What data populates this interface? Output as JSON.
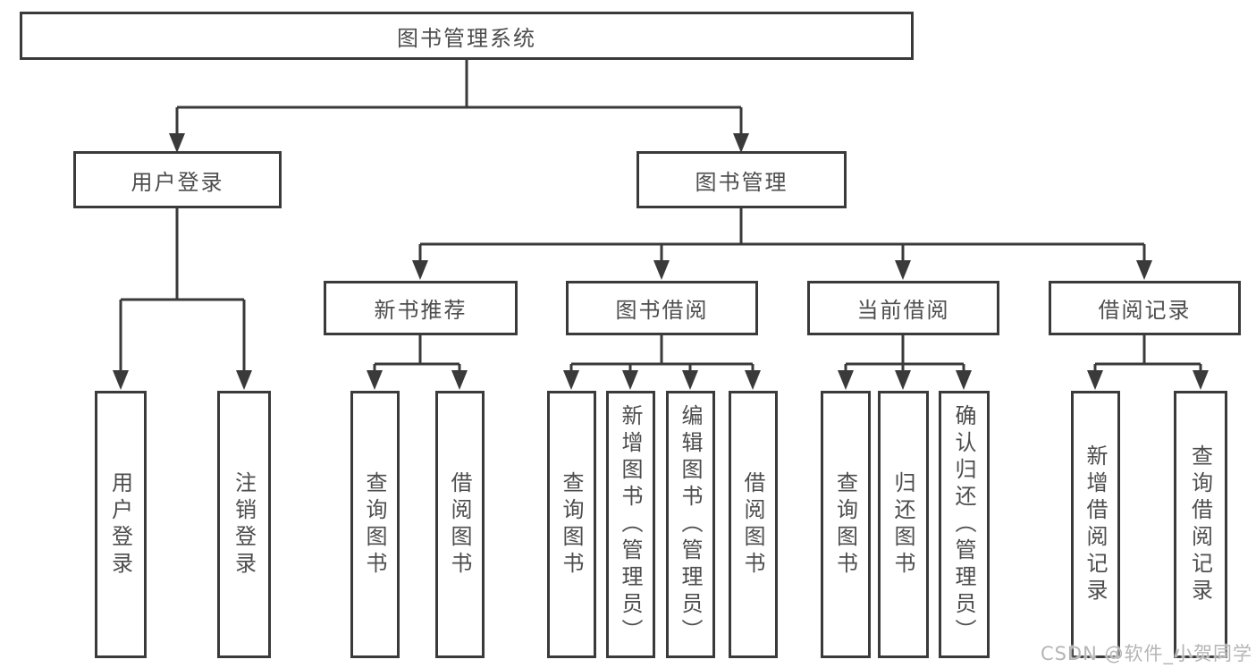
{
  "diagram_title": "图书管理系统",
  "colors": {
    "line": "#3a3a3a",
    "box_border": "#3a3a3a",
    "text": "#4d4d4d",
    "background": "#ffffff",
    "watermark": "#b5b5b5"
  },
  "nodes": {
    "root": {
      "label": "图书管理系统"
    },
    "level2": [
      {
        "label": "用户登录"
      },
      {
        "label": "图书管理"
      }
    ],
    "level3": [
      {
        "label": "新书推荐"
      },
      {
        "label": "图书借阅"
      },
      {
        "label": "当前借阅"
      },
      {
        "label": "借阅记录"
      }
    ],
    "leaves": {
      "user_login": [
        "用户登录",
        "注销登录"
      ],
      "new_book_recommend": [
        "查询图书",
        "借阅图书"
      ],
      "book_borrow": [
        "查询图书",
        "新增图书（管理员）",
        "编辑图书（管理员）",
        "借阅图书"
      ],
      "current_borrow": [
        "查询图书",
        "归还图书",
        "确认归还（管理员）"
      ],
      "borrow_records": [
        "新增借阅记录",
        "查询借阅记录"
      ]
    }
  },
  "watermark": {
    "text": "CSDN @软件_小贺同学"
  }
}
